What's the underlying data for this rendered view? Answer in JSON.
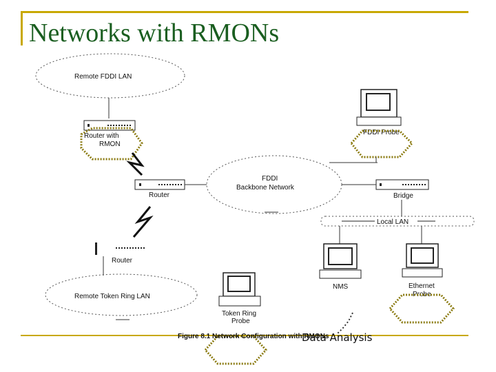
{
  "slide": {
    "title": "Networks with RMONs"
  },
  "diagram": {
    "remote_fddi_lan": "Remote FDDI LAN",
    "router_with_rmon_line1": "Router with",
    "router_with_rmon_line2": "RMON",
    "fddi_probe": "FDDI Probe",
    "fddi_backbone_line1": "FDDI",
    "fddi_backbone_line2": "Backbone Network",
    "router_mid": "Router",
    "bridge": "Bridge",
    "local_lan": "Local LAN",
    "router_low": "Router",
    "remote_token_ring_lan": "Remote Token Ring LAN",
    "token_ring_probe_line1": "Token Ring",
    "token_ring_probe_line2": "Probe",
    "nms": "NMS",
    "ethernet_probe_line1": "Ethernet",
    "ethernet_probe_line2": "Probe",
    "figure_caption": "Figure 8.1 Network Configuration with RMONs",
    "overlay_label": "Data Analysis"
  },
  "colors": {
    "title": "#1a5e20",
    "frame": "#c8a800",
    "highlight_dots": "#8a7a10"
  }
}
